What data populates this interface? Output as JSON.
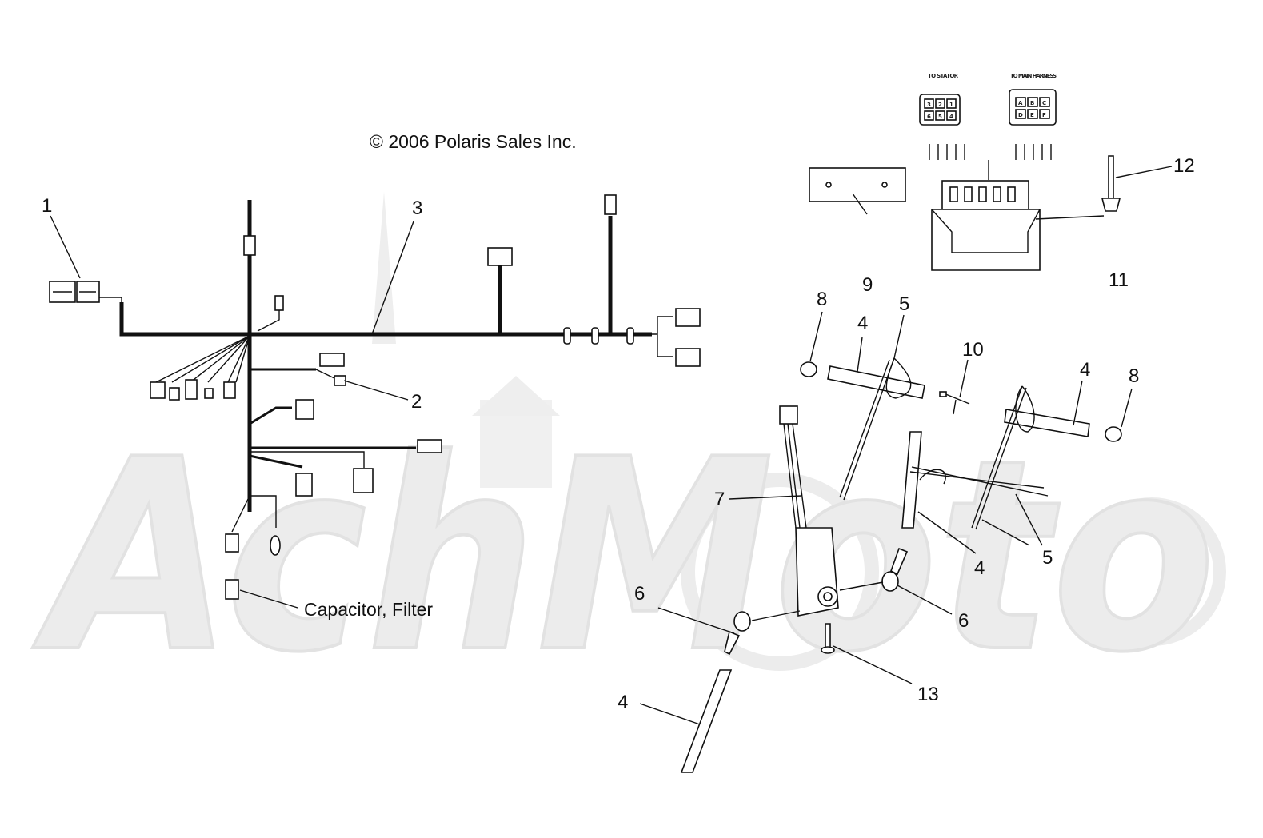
{
  "copyright": "© 2006 Polaris Sales Inc.",
  "watermark": "AchMoto",
  "connector_labels": {
    "to_stator": "TO STATOR",
    "to_main_harness": "TO MAIN HARNESS",
    "stator_pins": [
      "3",
      "2",
      "1",
      "6",
      "5",
      "4"
    ],
    "harness_pins": [
      "A",
      "B",
      "C",
      "D",
      "E",
      "F"
    ]
  },
  "annotations": {
    "capacitor": "Capacitor, Filter"
  },
  "callouts": {
    "c1": "1",
    "c2": "2",
    "c3": "3",
    "c4a": "4",
    "c4b": "4",
    "c4c": "4",
    "c4d": "4",
    "c5a": "5",
    "c5b": "5",
    "c6a": "6",
    "c6b": "6",
    "c7": "7",
    "c8a": "8",
    "c8b": "8",
    "c9": "9",
    "c10": "10",
    "c11": "11",
    "c12": "12",
    "c13": "13"
  }
}
